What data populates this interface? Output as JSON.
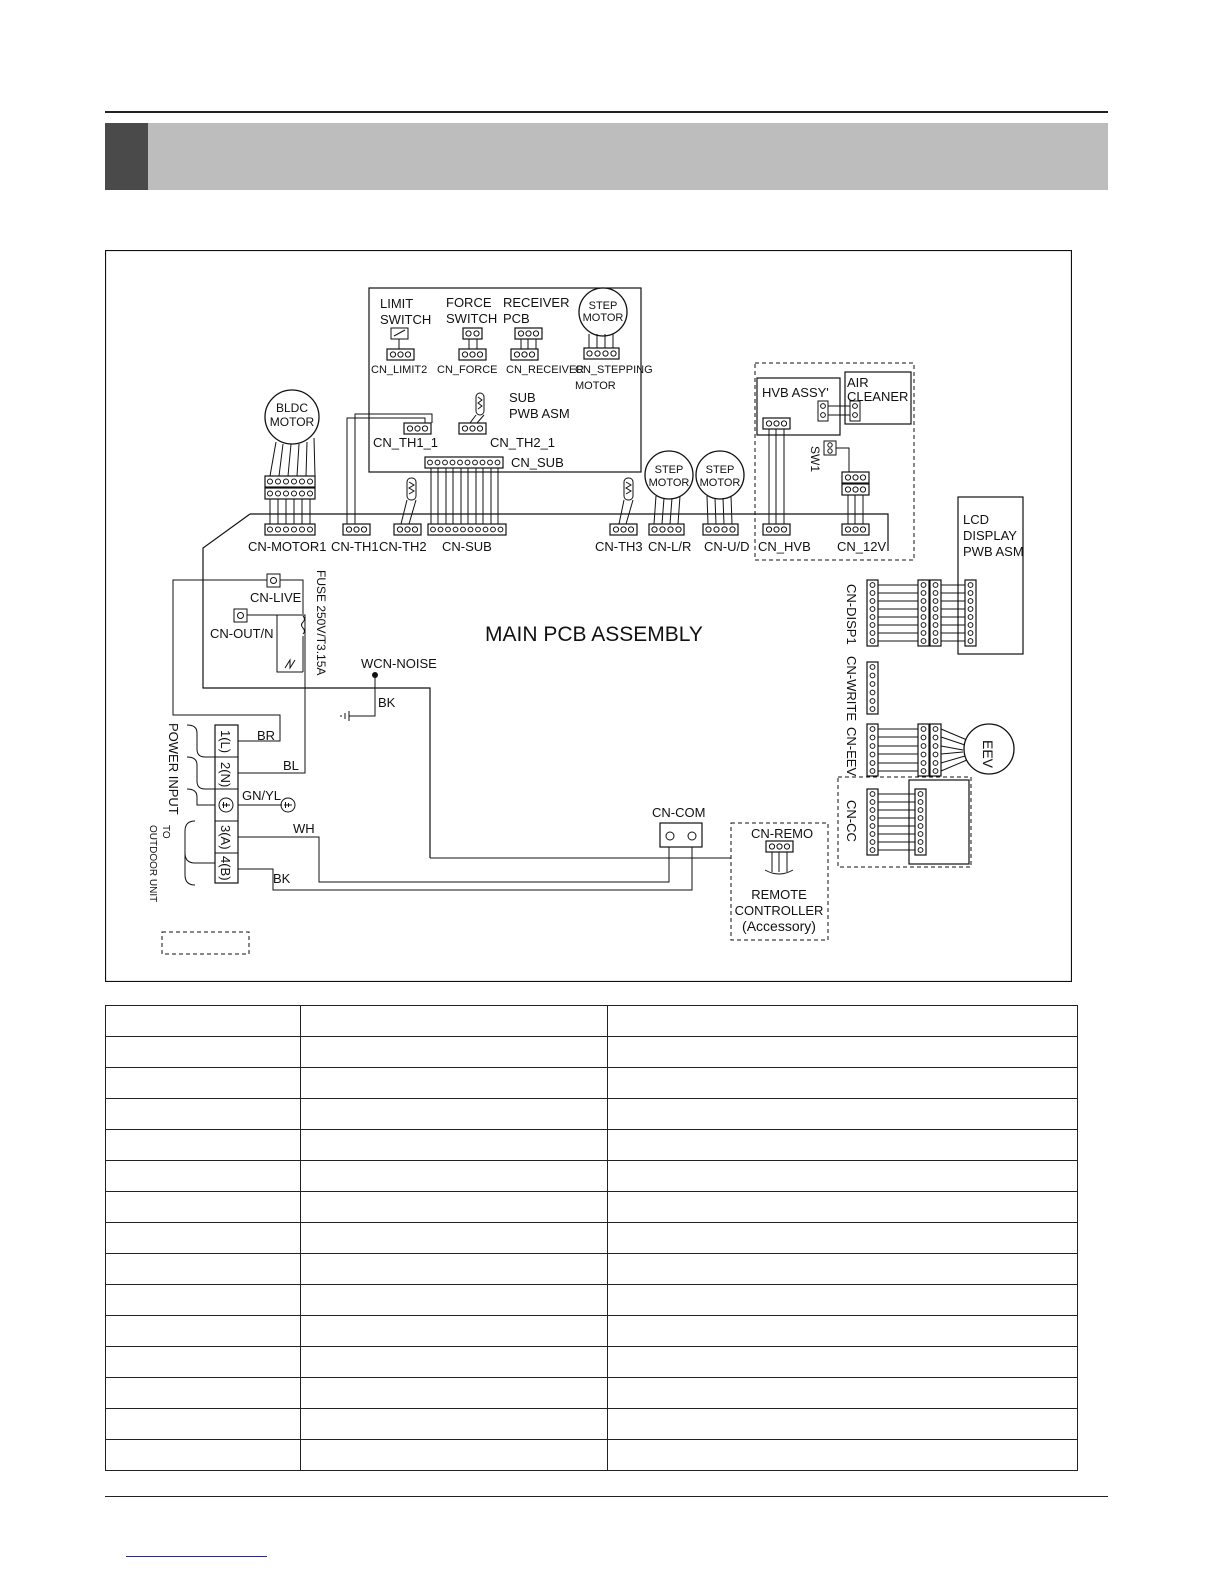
{
  "diagram": {
    "sub_board": {
      "limit_switch": [
        "LIMIT",
        "SWITCH"
      ],
      "force_switch": [
        "FORCE",
        "SWITCH"
      ],
      "receiver_pcb": [
        "RECEIVER",
        "PCB"
      ],
      "step_motor": [
        "STEP",
        "MOTOR"
      ],
      "cn_limit2": "CN_LIMIT2",
      "cn_force": "CN_FORCE",
      "cn_receiver": "CN_RECEIVER",
      "cn_stepping": [
        "CN_STEPPING",
        "MOTOR"
      ],
      "sub_pwb": [
        "SUB",
        "PWB ASM"
      ],
      "cn_th1_1": "CN_TH1_1",
      "cn_th2_1": "CN_TH2_1",
      "cn_sub": "CN_SUB"
    },
    "bldc_motor": [
      "BLDC",
      "MOTOR"
    ],
    "step_motor_lr": [
      "STEP",
      "MOTOR"
    ],
    "step_motor_ud": [
      "STEP",
      "MOTOR"
    ],
    "hvb_assy": "HVB ASSY'",
    "air_cleaner": [
      "AIR",
      "CLEANER"
    ],
    "sw1": "SW1",
    "lcd_display": [
      "LCD",
      "DISPLAY",
      "PWB ASM"
    ],
    "eev": "EEV",
    "connectors": {
      "cn_motor1": "CN-MOTOR1",
      "cn_th1": "CN-TH1",
      "cn_th2": "CN-TH2",
      "cn_sub_main": "CN-SUB",
      "cn_th3": "CN-TH3",
      "cn_lr": "CN-L/R",
      "cn_ud": "CN-U/D",
      "cn_hvb": "CN_HVB",
      "cn_12v": "CN_12V",
      "cn_disp1": "CN-DISP1",
      "cn_write": "CN-WRITE",
      "cn_eev": "CN-EEV",
      "cn_cc": "CN-CC",
      "cn_live": "CN-LIVE",
      "cn_out_n": "CN-OUT/N",
      "wcn_noise": "WCN-NOISE",
      "cn_com": "CN-COM",
      "cn_remo": "CN-REMO"
    },
    "fuse": "FUSE 250V/T3.15A",
    "main_pcb": "MAIN PCB ASSEMBLY",
    "wire_colors": {
      "bk_noise": "BK",
      "br": "BR",
      "bl": "BL",
      "gnyl": "GN/YL",
      "wh": "WH",
      "bk_com": "BK"
    },
    "terminals": [
      "1(L)",
      "2(N)",
      "3(A)",
      "4(B)"
    ],
    "power_input": "POWER INPUT",
    "to_outdoor": [
      "TO",
      "OUTDOOR UNIT"
    ],
    "remote_controller": [
      "REMOTE",
      "CONTROLLER",
      "(Accessory)"
    ]
  },
  "table": {
    "rows": [
      [
        "",
        "",
        ""
      ],
      [
        "",
        "",
        ""
      ],
      [
        "",
        "",
        ""
      ],
      [
        "",
        "",
        ""
      ],
      [
        "",
        "",
        ""
      ],
      [
        "",
        "",
        ""
      ],
      [
        "",
        "",
        ""
      ],
      [
        "",
        "",
        ""
      ],
      [
        "",
        "",
        ""
      ],
      [
        "",
        "",
        ""
      ],
      [
        "",
        "",
        ""
      ],
      [
        "",
        "",
        ""
      ],
      [
        "",
        "",
        ""
      ],
      [
        "",
        "",
        ""
      ],
      [
        "",
        "",
        ""
      ]
    ]
  },
  "colors": {
    "banner": "#bdbdbd",
    "banner_tab": "#4a4a4a",
    "ink": "#111111",
    "link": "#2323c8"
  }
}
